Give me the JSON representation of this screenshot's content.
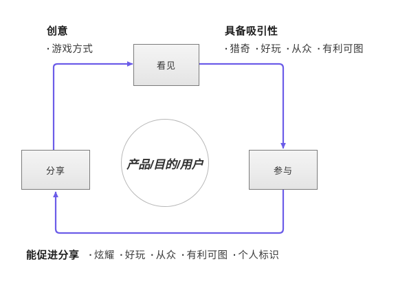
{
  "diagram": {
    "type": "cycle-flow",
    "accent_color": "#6b5ce8",
    "node_border_color": "#7a7a7a",
    "node_fill_color": "#ececec",
    "circle_border_color": "#b6b6b6",
    "text_color": "#2b2b2b"
  },
  "core": {
    "label": "产品/目的/用户"
  },
  "nodes": [
    {
      "id": "see",
      "label": "看见"
    },
    {
      "id": "join",
      "label": "参与"
    },
    {
      "id": "share",
      "label": "分享"
    }
  ],
  "annotations": {
    "idea": {
      "heading": "创意",
      "items": [
        "游戏方式"
      ]
    },
    "attract": {
      "heading": "具备吸引性",
      "items": [
        "猎奇",
        "好玩",
        "从众",
        "有利可图"
      ]
    },
    "share": {
      "heading": "能促进分享",
      "items": [
        "炫耀",
        "好玩",
        "从众",
        "有利可图",
        "个人标识"
      ]
    }
  }
}
